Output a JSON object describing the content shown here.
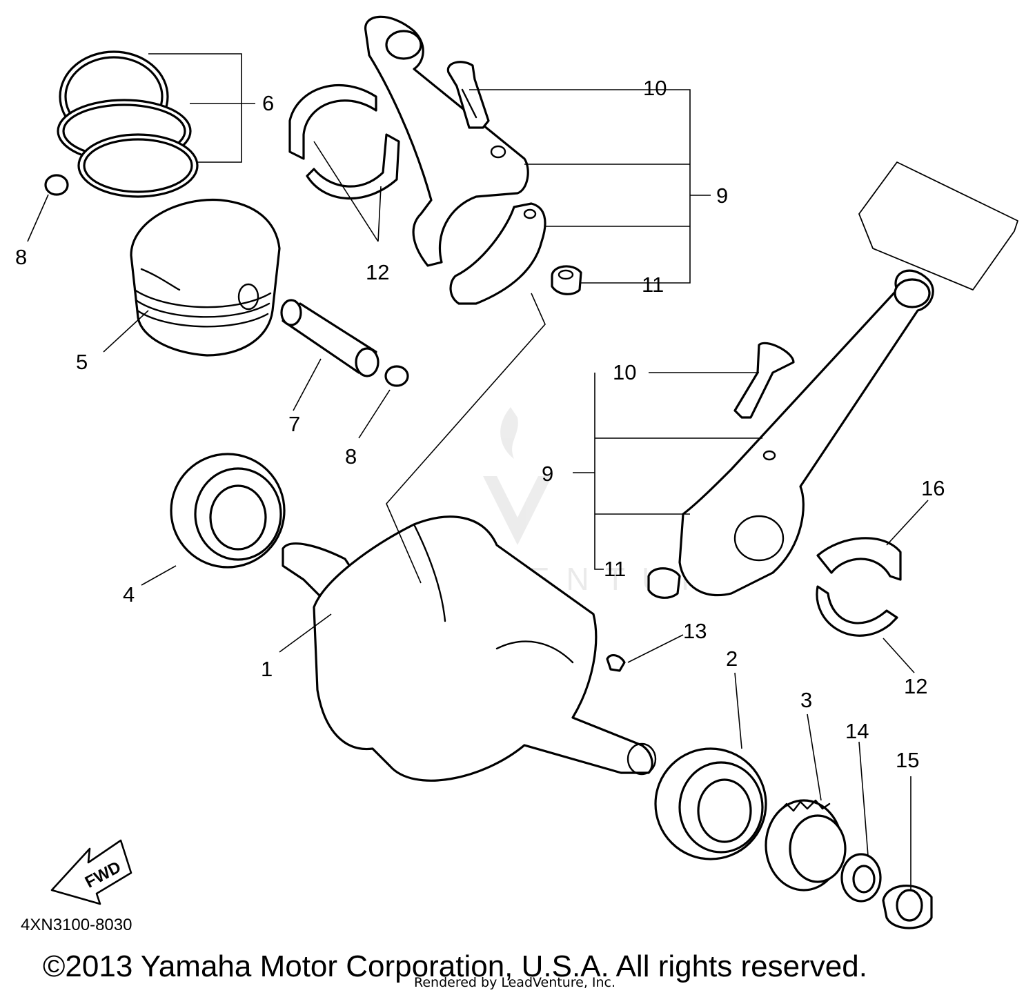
{
  "diagram": {
    "callouts": [
      {
        "id": "c1",
        "label": "1"
      },
      {
        "id": "c2",
        "label": "2"
      },
      {
        "id": "c3",
        "label": "3"
      },
      {
        "id": "c4",
        "label": "4"
      },
      {
        "id": "c5",
        "label": "5"
      },
      {
        "id": "c6",
        "label": "6"
      },
      {
        "id": "c7",
        "label": "7"
      },
      {
        "id": "c8a",
        "label": "8"
      },
      {
        "id": "c8b",
        "label": "8"
      },
      {
        "id": "c9a",
        "label": "9"
      },
      {
        "id": "c9b",
        "label": "9"
      },
      {
        "id": "c10a",
        "label": "10"
      },
      {
        "id": "c10b",
        "label": "10"
      },
      {
        "id": "c11a",
        "label": "11"
      },
      {
        "id": "c11b",
        "label": "11"
      },
      {
        "id": "c12a",
        "label": "12"
      },
      {
        "id": "c12b",
        "label": "12"
      },
      {
        "id": "c13",
        "label": "13"
      },
      {
        "id": "c14",
        "label": "14"
      },
      {
        "id": "c15",
        "label": "15"
      },
      {
        "id": "c16",
        "label": "16"
      }
    ],
    "fwd_label": "FWD",
    "diagram_code": "4XN3100-8030",
    "copyright": "©2013 Yamaha Motor Corporation, U.S.A. All rights reserved.",
    "rendered_by": "Rendered by LeadVenture, Inc.",
    "watermark_text": "LEADVENTURE"
  }
}
